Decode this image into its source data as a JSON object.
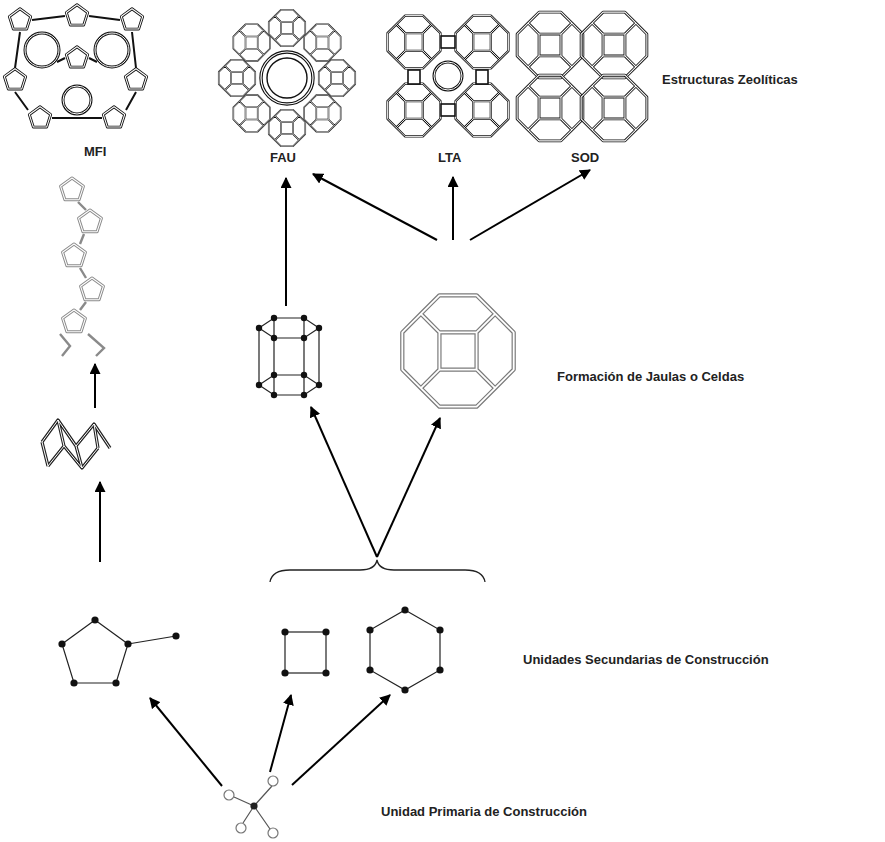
{
  "diagram": {
    "nodes": [
      {
        "text": [
          "MFI"
        ]
      },
      {
        "text": [
          "FAU"
        ]
      },
      {
        "text": [
          "LTA"
        ]
      },
      {
        "text": [
          "SOD"
        ]
      }
    ],
    "labels": [
      "Estructuras Zeolíticas",
      "Formación de Jaulas o Celdas",
      "Unidades Secundarias de Construcción",
      "Unidad Primaria de Construcción"
    ]
  }
}
